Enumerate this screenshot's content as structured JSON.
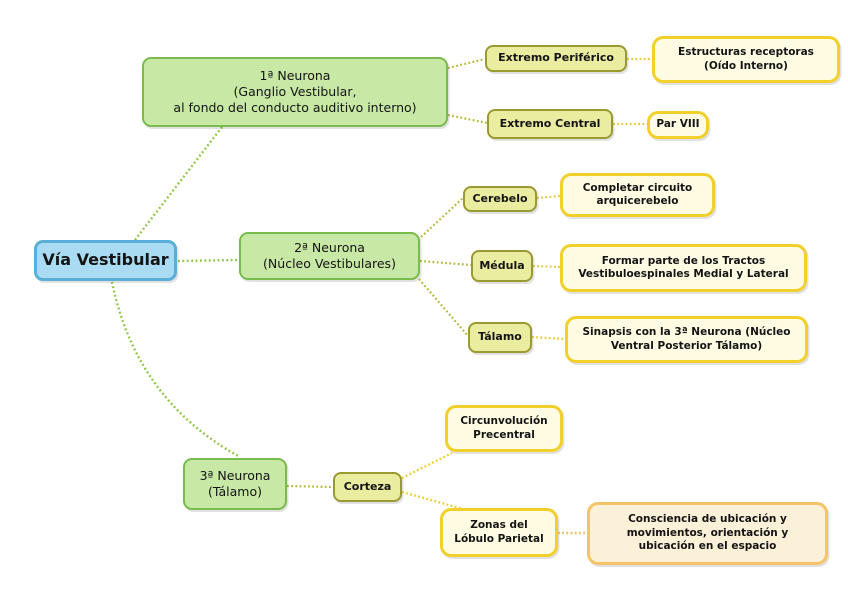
{
  "diagram_title": "Vía Vestibular",
  "colors": {
    "root_fill": "#a9dcf2",
    "root_border": "#5aafd8",
    "neuron_fill": "#c8e8a5",
    "neuron_border": "#7abb4e",
    "branch_fill": "#eaec9f",
    "branch_border": "#9a9a33",
    "leaf_fill": "#fffce3",
    "leaf_border": "#f2d02b",
    "cream_fill": "#fbf0d8",
    "cream_border": "#f6c468",
    "edge_green": "#8cc63f",
    "edge_olive": "#b5b93b",
    "edge_yellow": "#e8c93c",
    "edge_bright_yellow": "#f2ce2a",
    "edge_orange": "#f5be58"
  },
  "nodes": {
    "root": {
      "label": "Vía Vestibular"
    },
    "n1": {
      "label": "1ª Neurona\n(Ganglio Vestibular,\nal fondo del conducto auditivo interno)"
    },
    "n1a": {
      "label": "Extremo Periférico"
    },
    "n1a1": {
      "label": "Estructuras receptoras\n(Oído Interno)"
    },
    "n1b": {
      "label": "Extremo Central"
    },
    "n1b1": {
      "label": "Par VIII"
    },
    "n2": {
      "label": "2ª Neurona\n(Núcleo Vestibulares)"
    },
    "n2a": {
      "label": "Cerebelo"
    },
    "n2a1": {
      "label": "Completar circuito\narquicerebelo"
    },
    "n2b": {
      "label": "Médula"
    },
    "n2b1": {
      "label": "Formar parte de los Tractos\nVestibuloespinales Medial y Lateral"
    },
    "n2c": {
      "label": "Tálamo"
    },
    "n2c1": {
      "label": "Sinapsis con la 3ª Neurona (Núcleo\nVentral Posterior Tálamo)"
    },
    "n3": {
      "label": "3ª Neurona\n(Tálamo)"
    },
    "n3a": {
      "label": "Corteza"
    },
    "n3a1": {
      "label": "Circunvolución\nPrecentral"
    },
    "n3a2": {
      "label": "Zonas del\nLóbulo Parietal"
    },
    "n3a2a": {
      "label": "Consciencia de ubicación y\nmovimientos, orientación y\nubicación en el espacio"
    }
  }
}
